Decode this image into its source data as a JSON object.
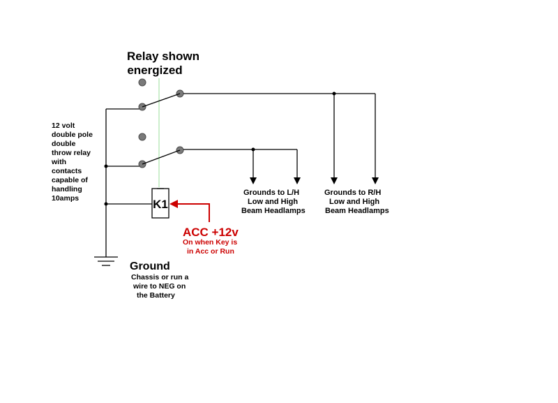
{
  "title": [
    "Relay shown",
    "energized"
  ],
  "relay_description": [
    "12 volt",
    "double pole",
    "double",
    "throw relay",
    "with",
    "contacts",
    "capable of",
    "handling",
    "10amps"
  ],
  "relay_label": "K1",
  "left_load": [
    "Grounds to L/H",
    "Low and High",
    "Beam Headlamps"
  ],
  "right_load": [
    "Grounds to R/H",
    "Low and High",
    "Beam Headlamps"
  ],
  "acc": {
    "label": "ACC +12v",
    "note": [
      "On when Key is",
      "in Acc or Run"
    ]
  },
  "ground": {
    "label": "Ground",
    "note": [
      "Chassis or run a",
      "wire to NEG on",
      "the Battery"
    ]
  },
  "colors": {
    "wire": "#000000",
    "acc": "#cc0000",
    "linkage": "#99dd99",
    "contact": "#7a7a7a"
  }
}
